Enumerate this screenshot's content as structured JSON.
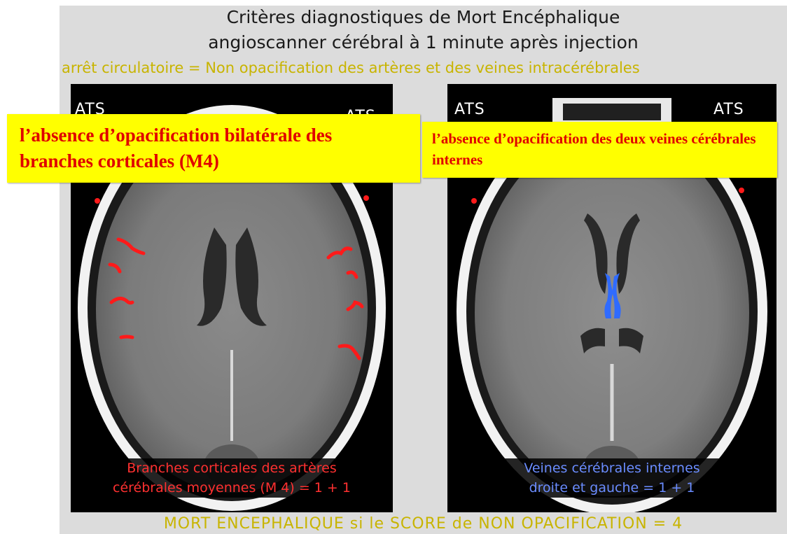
{
  "title": {
    "line1": "Critères diagnostiques de Mort Encéphalique",
    "line2": "angioscanner cérébral à 1 minute après injection"
  },
  "subtitle": "arrêt circulatoire = Non opacification des artères et des veines intracérébrales",
  "left_panel": {
    "ats_left": "ATS",
    "ats_right": "ATS",
    "callout": "l’absence d’opacification bilatérale des branches corticales (M4)",
    "caption_line1": "Branches corticales des artères",
    "caption_line2": "cérébrales moyennes (M 4) = 1 + 1"
  },
  "right_panel": {
    "ats_left": "ATS",
    "ats_right": "ATS",
    "callout": "l’absence d’opacification des deux veines cérébrales internes",
    "caption_line1": "Veines cérébrales internes",
    "caption_line2": "droite et gauche  = 1 + 1"
  },
  "footer": "MORT ENCEPHALIQUE si le  SCORE  de  NON OPACIFICATION  =  4",
  "colors": {
    "artery_marks": "#ff1a1a",
    "vein_marks": "#2f6bff",
    "callout_bg": "#ffff00",
    "callout_text": "#e00000",
    "subtitle_text": "#c8b400"
  }
}
